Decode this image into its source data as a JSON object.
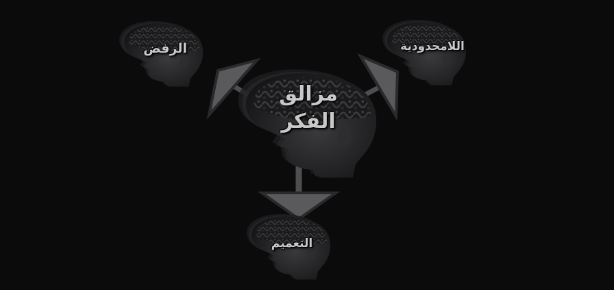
{
  "diagram": {
    "center": {
      "line1": "مزالق",
      "line2": "الفكر"
    },
    "nodes": {
      "top_left": "الرفض",
      "top_right": "اللامحدودية",
      "bottom": "التعميم"
    },
    "colors": {
      "background": "#0b0b0c",
      "arrow": "#5a5a5c",
      "arrow_stroke": "#2a2a2c",
      "head_fill": "#1c1c1e",
      "head_texture": "#3a3a3c",
      "text": "#c9c9c9"
    }
  }
}
